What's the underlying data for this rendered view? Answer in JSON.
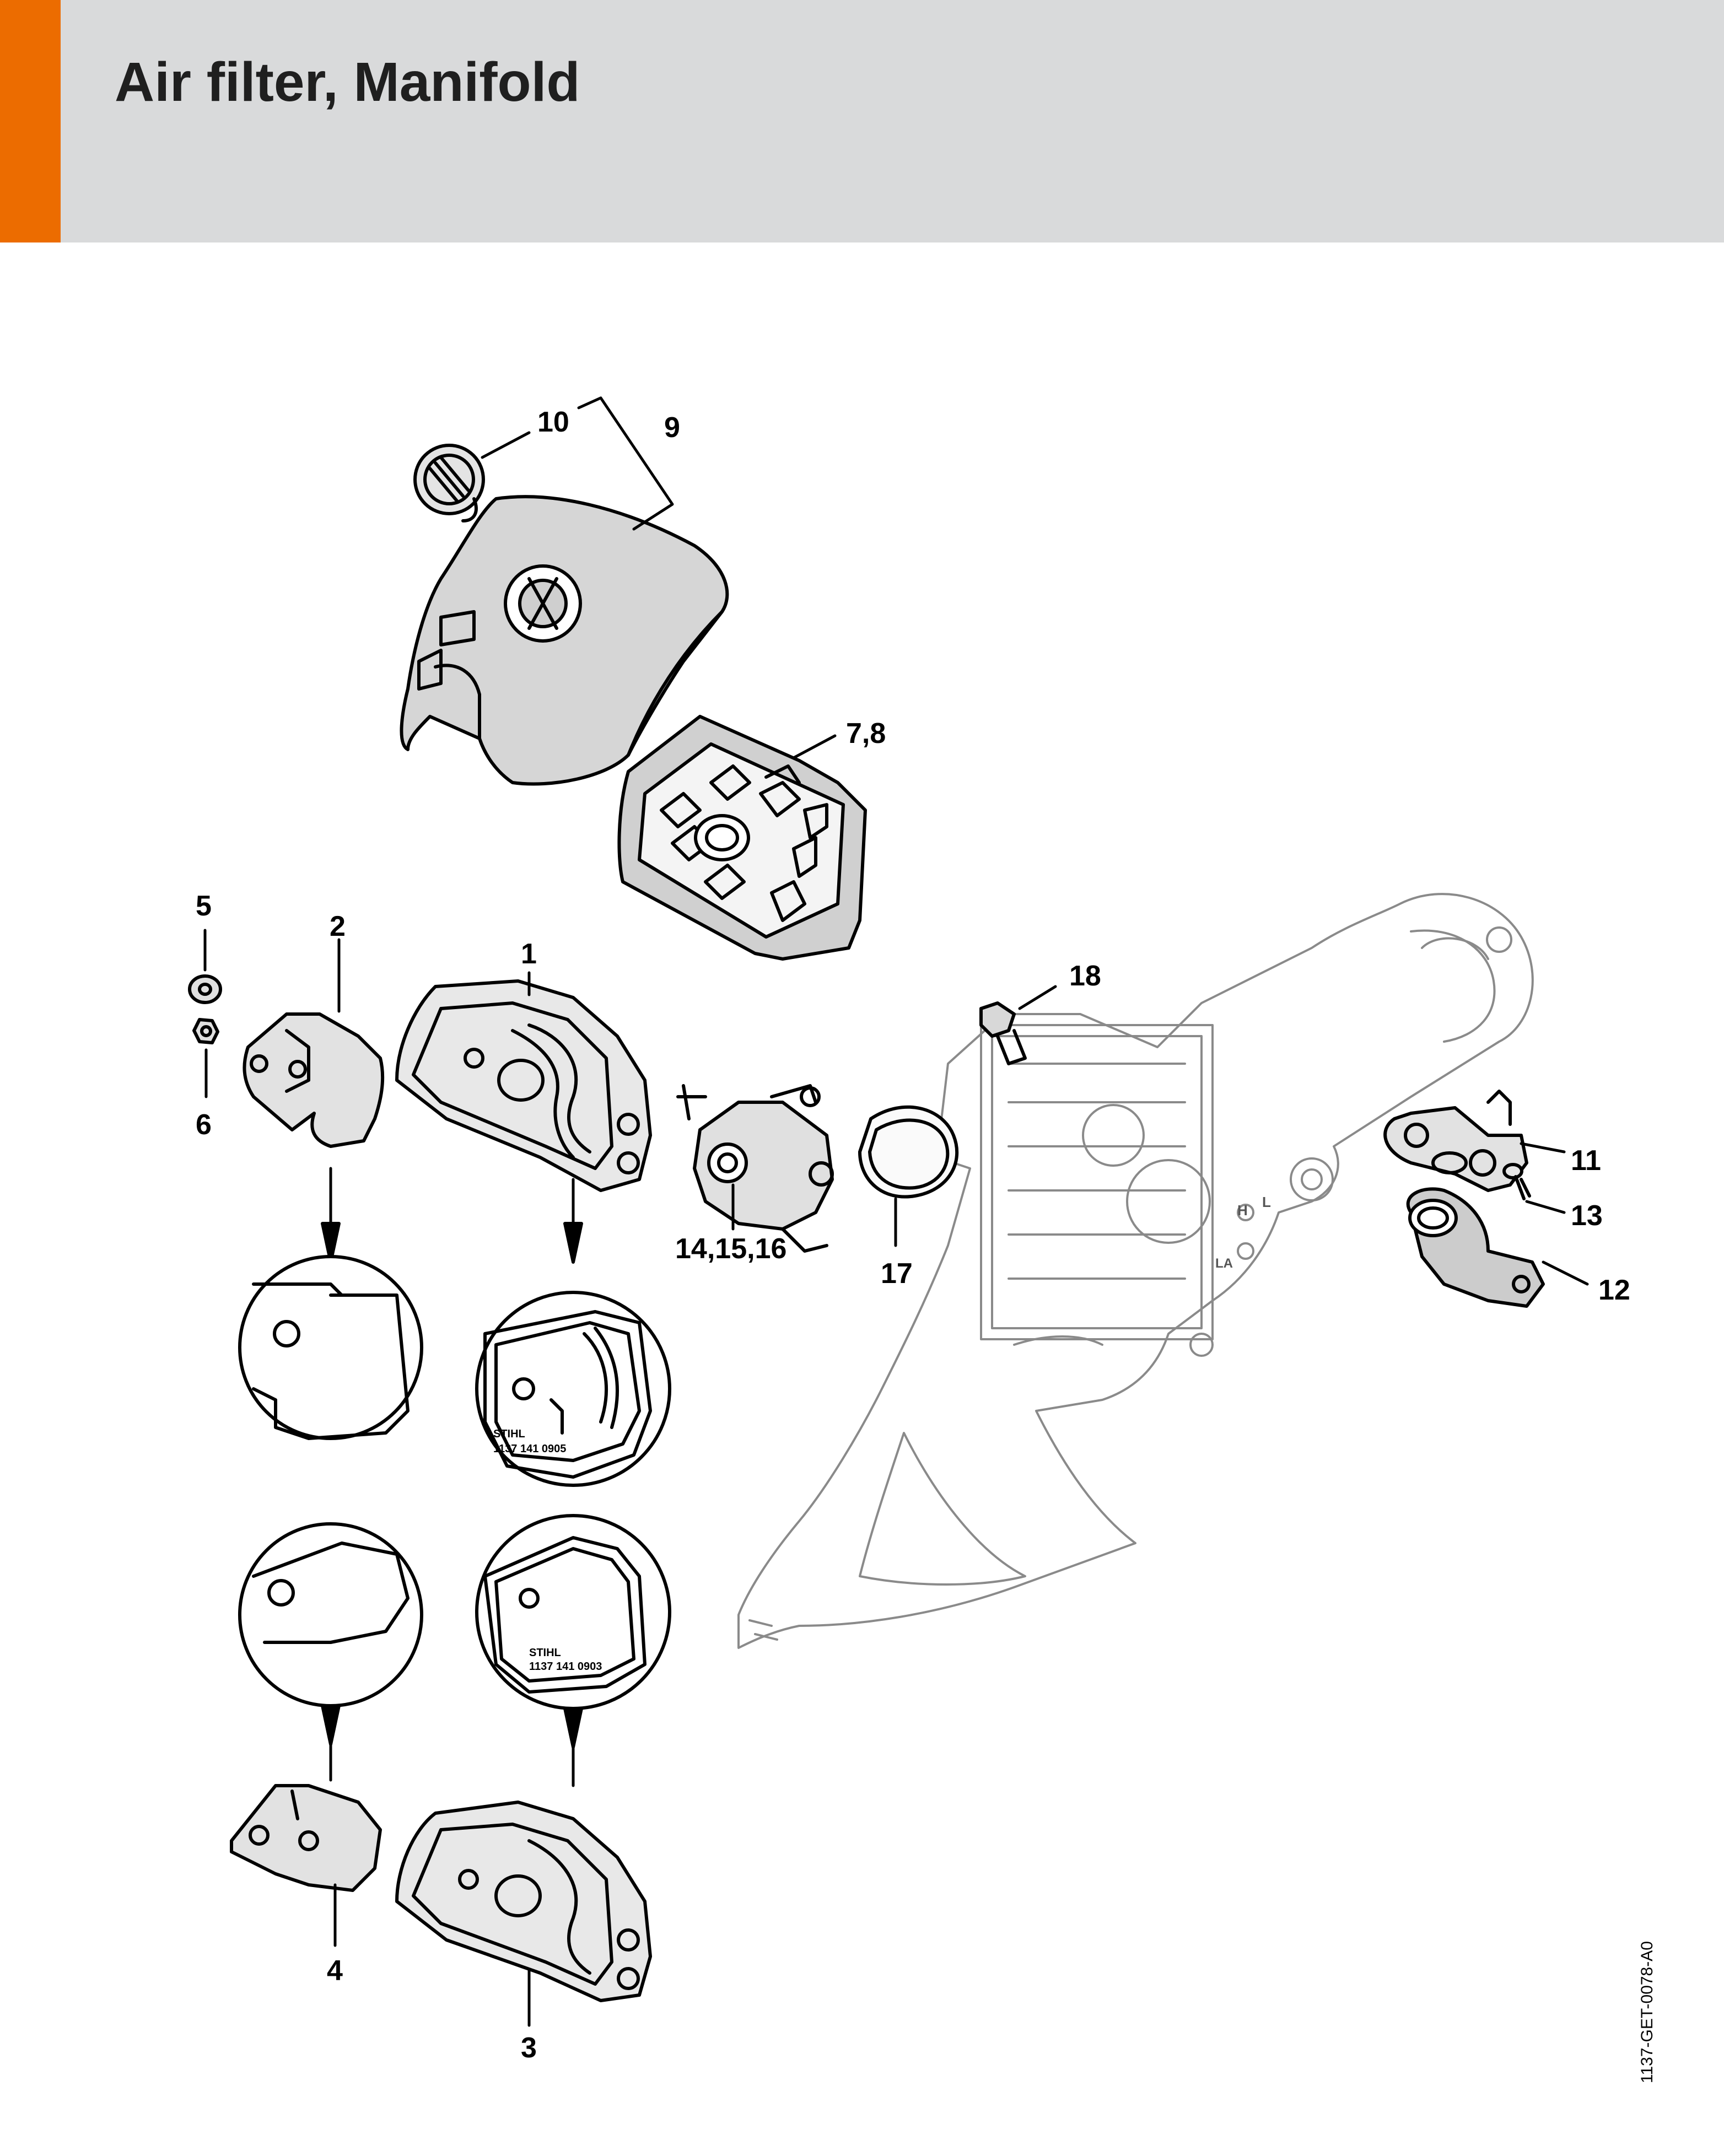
{
  "title": "Air filter, Manifold",
  "drawing_code": "1137-GET-0078-A0",
  "part_labels": {
    "p1": "1",
    "p2": "2",
    "p3": "3",
    "p4": "4",
    "p5": "5",
    "p6": "6",
    "p7_8": "7,8",
    "p9": "9",
    "p10": "10",
    "p11": "11",
    "p12": "12",
    "p13": "13",
    "p14_16": "14,15,16",
    "p17": "17",
    "p18": "18"
  },
  "part_markings": {
    "box1_brand": "STIHL",
    "box1_number": "1137 141 0905",
    "box3_brand": "STIHL",
    "box3_number": "1137 141 0903",
    "housing_h": "H",
    "housing_l": "L",
    "housing_la": "LA"
  },
  "colors": {
    "accent": "#ec6c00",
    "header_bg": "#d9dadb",
    "cover_fill": "#d6d6d6"
  }
}
